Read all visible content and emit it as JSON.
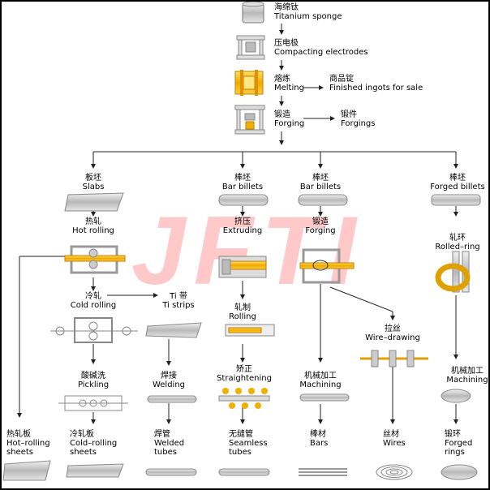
{
  "watermark": "JFTI",
  "steps": {
    "sponge": {
      "zh": "海绵钛",
      "en": "Titanium sponge"
    },
    "compact": {
      "zh": "压电极",
      "en": "Compacting   electrodes"
    },
    "melting": {
      "zh": "熔炼",
      "en": "Melting"
    },
    "ingots": {
      "zh": "商品锭",
      "en": "Finished  ingots  for  sale"
    },
    "forging_top": {
      "zh": "锻造",
      "en": "Forging"
    },
    "forgings": {
      "zh": "锻件",
      "en": "Forgings"
    },
    "slabs": {
      "zh": "板坯",
      "en": "Slabs"
    },
    "bar1": {
      "zh": "棒坯",
      "en": "Bar  billets"
    },
    "bar2": {
      "zh": "棒坯",
      "en": "Bar  billets"
    },
    "forged_billets": {
      "zh": "棒坯",
      "en": "Forged  billets"
    },
    "hot_rolling": {
      "zh": "热轧",
      "en": "Hot  rolling"
    },
    "extruding": {
      "zh": "挤压",
      "en": "Extruding"
    },
    "forging_mid": {
      "zh": "锻造",
      "en": "Forging"
    },
    "rolled_ring": {
      "zh": "轧环",
      "en": "Rolled–ring"
    },
    "cold_rolling": {
      "zh": "冷轧",
      "en": "Cold  rolling"
    },
    "ti_strips": {
      "zh": "Ti 带",
      "en": "Ti strips"
    },
    "rolling": {
      "zh": "轧制",
      "en": "Rolling"
    },
    "wire_drawing": {
      "zh": "拉丝",
      "en": "Wire–drawing"
    },
    "pickling": {
      "zh": "酸碱洗",
      "en": "Pickling"
    },
    "welding": {
      "zh": "焊接",
      "en": "Welding"
    },
    "straightening": {
      "zh": "矫正",
      "en": "Straightening"
    },
    "machining1": {
      "zh": "机械加工",
      "en": "Machining"
    },
    "machining2": {
      "zh": "机械加工",
      "en": "Machining"
    },
    "hot_sheets": {
      "zh": "热轧板",
      "en": "Hot–rolling",
      "en2": "sheets"
    },
    "cold_sheets": {
      "zh": "冷轧板",
      "en": "Cold–rolling",
      "en2": "sheets"
    },
    "welded_tubes": {
      "zh": "焊管",
      "en": "Welded",
      "en2": "tubes"
    },
    "seamless_tubes": {
      "zh": "无缝管",
      "en": "Seamless",
      "en2": "tubes"
    },
    "bars": {
      "zh": "棒材",
      "en": "Bars"
    },
    "wires": {
      "zh": "丝材",
      "en": "Wires"
    },
    "forged_rings": {
      "zh": "锻环",
      "en": "Forged",
      "en2": "rings"
    }
  },
  "colors": {
    "accent": "#f5b800",
    "line": "#222222",
    "metal": "#c8c8c8"
  }
}
